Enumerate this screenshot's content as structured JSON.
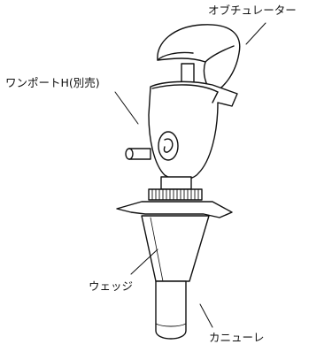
{
  "labels": {
    "obturator": "オブチュレーター",
    "one_port": "ワンポートH(別売)",
    "wedge": "ウェッジ",
    "cannula": "カニューレ"
  },
  "colors": {
    "line": "#111111",
    "background": "#ffffff"
  }
}
